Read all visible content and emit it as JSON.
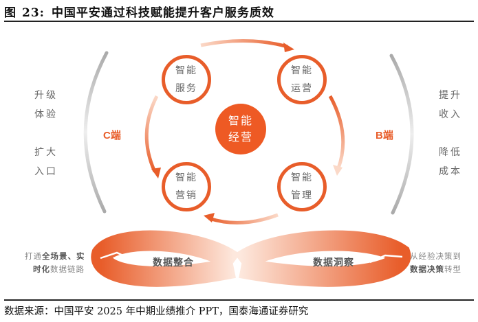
{
  "figure": {
    "label": "图",
    "number": "23:",
    "title": "中国平安通过科技赋能提升客户服务质效"
  },
  "left_side": {
    "title": "C端",
    "items": [
      "升级",
      "体验",
      "扩大",
      "入口"
    ]
  },
  "right_side": {
    "title": "B端",
    "items": [
      "提升",
      "收入",
      "降低",
      "成本"
    ]
  },
  "center": {
    "line1": "智能",
    "line2": "经营"
  },
  "nodes": {
    "service": {
      "line1": "智能",
      "line2": "服务"
    },
    "operation": {
      "line1": "智能",
      "line2": "运营"
    },
    "marketing": {
      "line1": "智能",
      "line2": "营销"
    },
    "management": {
      "line1": "智能",
      "line2": "管理"
    }
  },
  "data_loop": {
    "left_label": "数据整合",
    "right_label": "数据洞察",
    "left_note": {
      "l1a": "打通",
      "l1b": "全场景、实",
      "l2a": "时化",
      "l2b": "数据链路"
    },
    "right_note": {
      "l1": "从经验决策到",
      "l2a": "数据决策",
      "l2b": "转型"
    }
  },
  "colors": {
    "accent": "#e85d2a",
    "text": "#666666",
    "arc": "#b5b5b5"
  },
  "source": "数据来源：中国平安 2025 年中期业绩推介 PPT，国泰海通证券研究"
}
